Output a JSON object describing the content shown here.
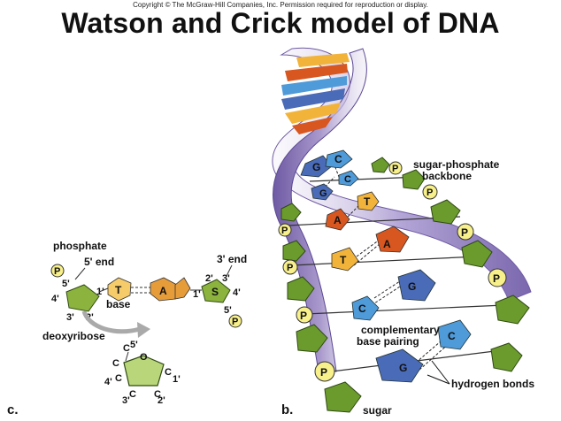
{
  "header": {
    "copyright": "Copyright © The McGraw-Hill Companies, Inc. Permission required for reproduction or display.",
    "title": "Watson and Crick model of DNA"
  },
  "panel_c": {
    "label": "c.",
    "phosphate": "phosphate",
    "p": "P",
    "five_prime_end": "5' end",
    "three_prime_end": "3' end",
    "base": "base",
    "deoxyribose": "deoxyribose",
    "t": "T",
    "a": "A",
    "s": "S",
    "o": "O",
    "c": "C",
    "n4": "4'",
    "n5": "5'",
    "n1": "1'",
    "n3": "3'",
    "n2": "2'"
  },
  "panel_b": {
    "label": "b.",
    "sugar_phosphate_line1": "sugar-phosphate",
    "sugar_phosphate_line2": "backbone",
    "complementary_line1": "complementary",
    "complementary_line2": "base pairing",
    "hydrogen_bonds": "hydrogen bonds",
    "sugar": "sugar",
    "p": "P",
    "g": "G",
    "c": "C",
    "t": "T",
    "a": "A"
  },
  "colors": {
    "backbone_purple": "#8d7ab8",
    "sugar_green": "#6b9b2d",
    "phosphate_yellow": "#f8f08a",
    "thymine": "#f2b33a",
    "adenine": "#d8561f",
    "cytosine": "#4f9ad9",
    "guanine": "#4a6bb8"
  }
}
